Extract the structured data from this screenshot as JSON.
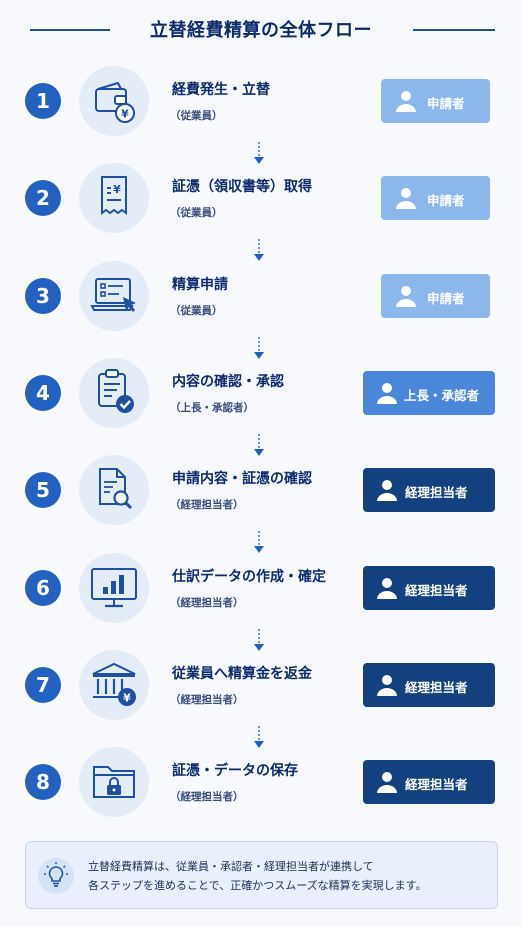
{
  "title": "立替経費精算の全体フロー",
  "steps": [
    {
      "number": "1",
      "title": "経費発生・立替",
      "sub": "（従業員）",
      "icon": "wallet-yen-icon",
      "role": "申請者",
      "role_type": "applicant"
    },
    {
      "number": "2",
      "title": "証憑（領収書等）取得",
      "sub": "（従業員）",
      "icon": "receipt-icon",
      "role": "申請者",
      "role_type": "applicant"
    },
    {
      "number": "3",
      "title": "精算申請",
      "sub": "（従業員）",
      "icon": "laptop-form-icon",
      "role": "申請者",
      "role_type": "applicant"
    },
    {
      "number": "4",
      "title": "内容の確認・承認",
      "sub": "（上長・承認者）",
      "icon": "clipboard-check-icon",
      "role": "上長・承認者",
      "role_type": "approver"
    },
    {
      "number": "5",
      "title": "申請内容・証憑の確認",
      "sub": "（経理担当者）",
      "icon": "document-search-icon",
      "role": "経理担当者",
      "role_type": "accounting"
    },
    {
      "number": "6",
      "title": "仕訳データの作成・確定",
      "sub": "（経理担当者）",
      "icon": "monitor-chart-icon",
      "role": "経理担当者",
      "role_type": "accounting"
    },
    {
      "number": "7",
      "title": "従業員へ精算金を返金",
      "sub": "（経理担当者）",
      "icon": "bank-yen-icon",
      "role": "経理担当者",
      "role_type": "accounting"
    },
    {
      "number": "8",
      "title": "証憑・データの保存",
      "sub": "（経理担当者）",
      "icon": "folder-lock-icon",
      "role": "経理担当者",
      "role_type": "accounting"
    }
  ],
  "note": {
    "line1": "立替経費精算は、従業員・承認者・経理担当者が連携して",
    "line2": "各ステップを進めることで、正確かつスムーズな精算を実現します。",
    "icon": "lightbulb-icon"
  },
  "colors": {
    "navy": "#0d2a6b",
    "number_circle": "#2361c0",
    "applicant": "#8cb7ea",
    "approver": "#4a86da",
    "accounting": "#13407f",
    "icon_bg": "#e4ecf8"
  }
}
